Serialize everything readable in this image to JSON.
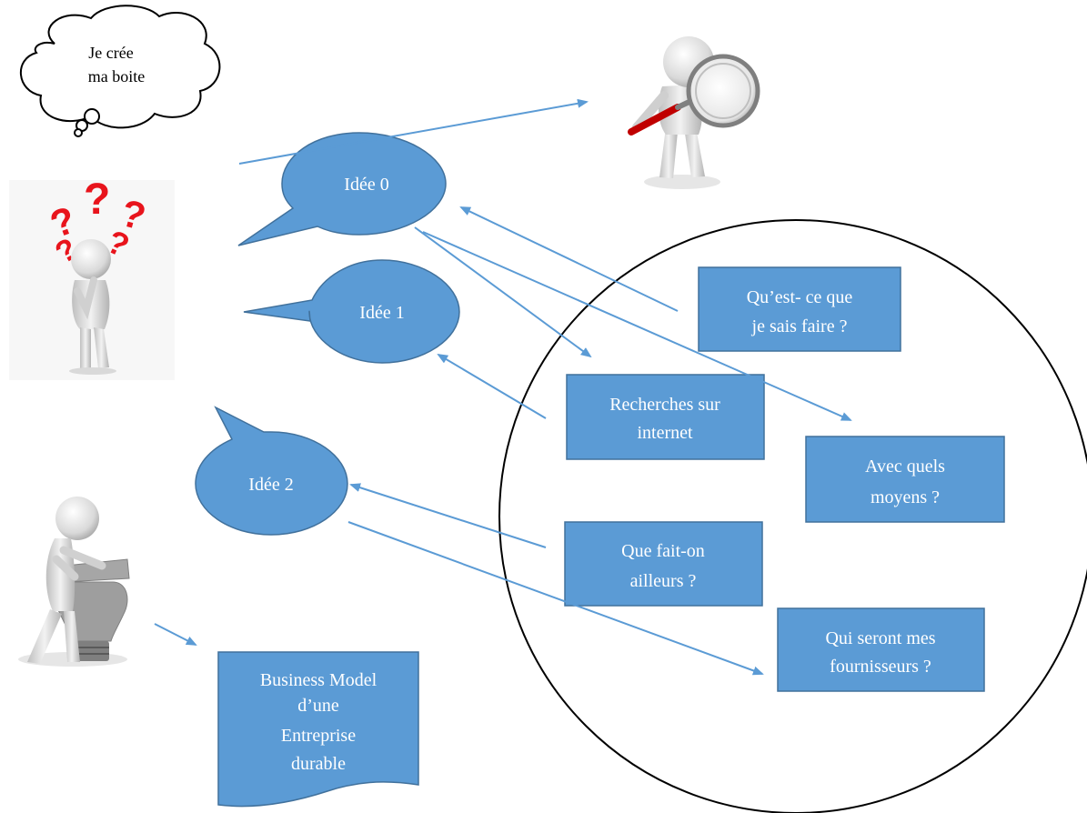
{
  "colors": {
    "shape_fill": "#5b9bd5",
    "shape_stroke": "#41719c",
    "arrow": "#5b9bd5",
    "text_on_shape": "#ffffff",
    "circle_stroke": "#000000",
    "question_mark": "#e8141c",
    "figure": "#e6e6e6"
  },
  "thought_cloud": {
    "line1": "Je crée",
    "line2": "ma boite"
  },
  "idea_bubbles": [
    {
      "label": "Idée 0"
    },
    {
      "label": "Idée 1"
    },
    {
      "label": "Idée 2"
    }
  ],
  "boxes": {
    "sais_faire": {
      "line1": "Qu’est- ce que",
      "line2": "je sais faire ?"
    },
    "recherches": {
      "line1": "Recherches sur",
      "line2": "internet"
    },
    "moyens": {
      "line1": "Avec quels",
      "line2": "moyens ?"
    },
    "ailleurs": {
      "line1": "Que fait-on",
      "line2": "ailleurs ?"
    },
    "fournisseurs": {
      "line1": "Qui seront mes",
      "line2": "fournisseurs ?"
    }
  },
  "business_model": {
    "line1": "Business Model",
    "line2": "d’une",
    "line3": "Entreprise",
    "line4": "durable"
  },
  "icons": {
    "magnifier_figure": "magnifying-glass-figure-icon",
    "thinking_figure": "thinking-person-icon",
    "puzzle_figure": "puzzle-lightbulb-figure-icon"
  }
}
